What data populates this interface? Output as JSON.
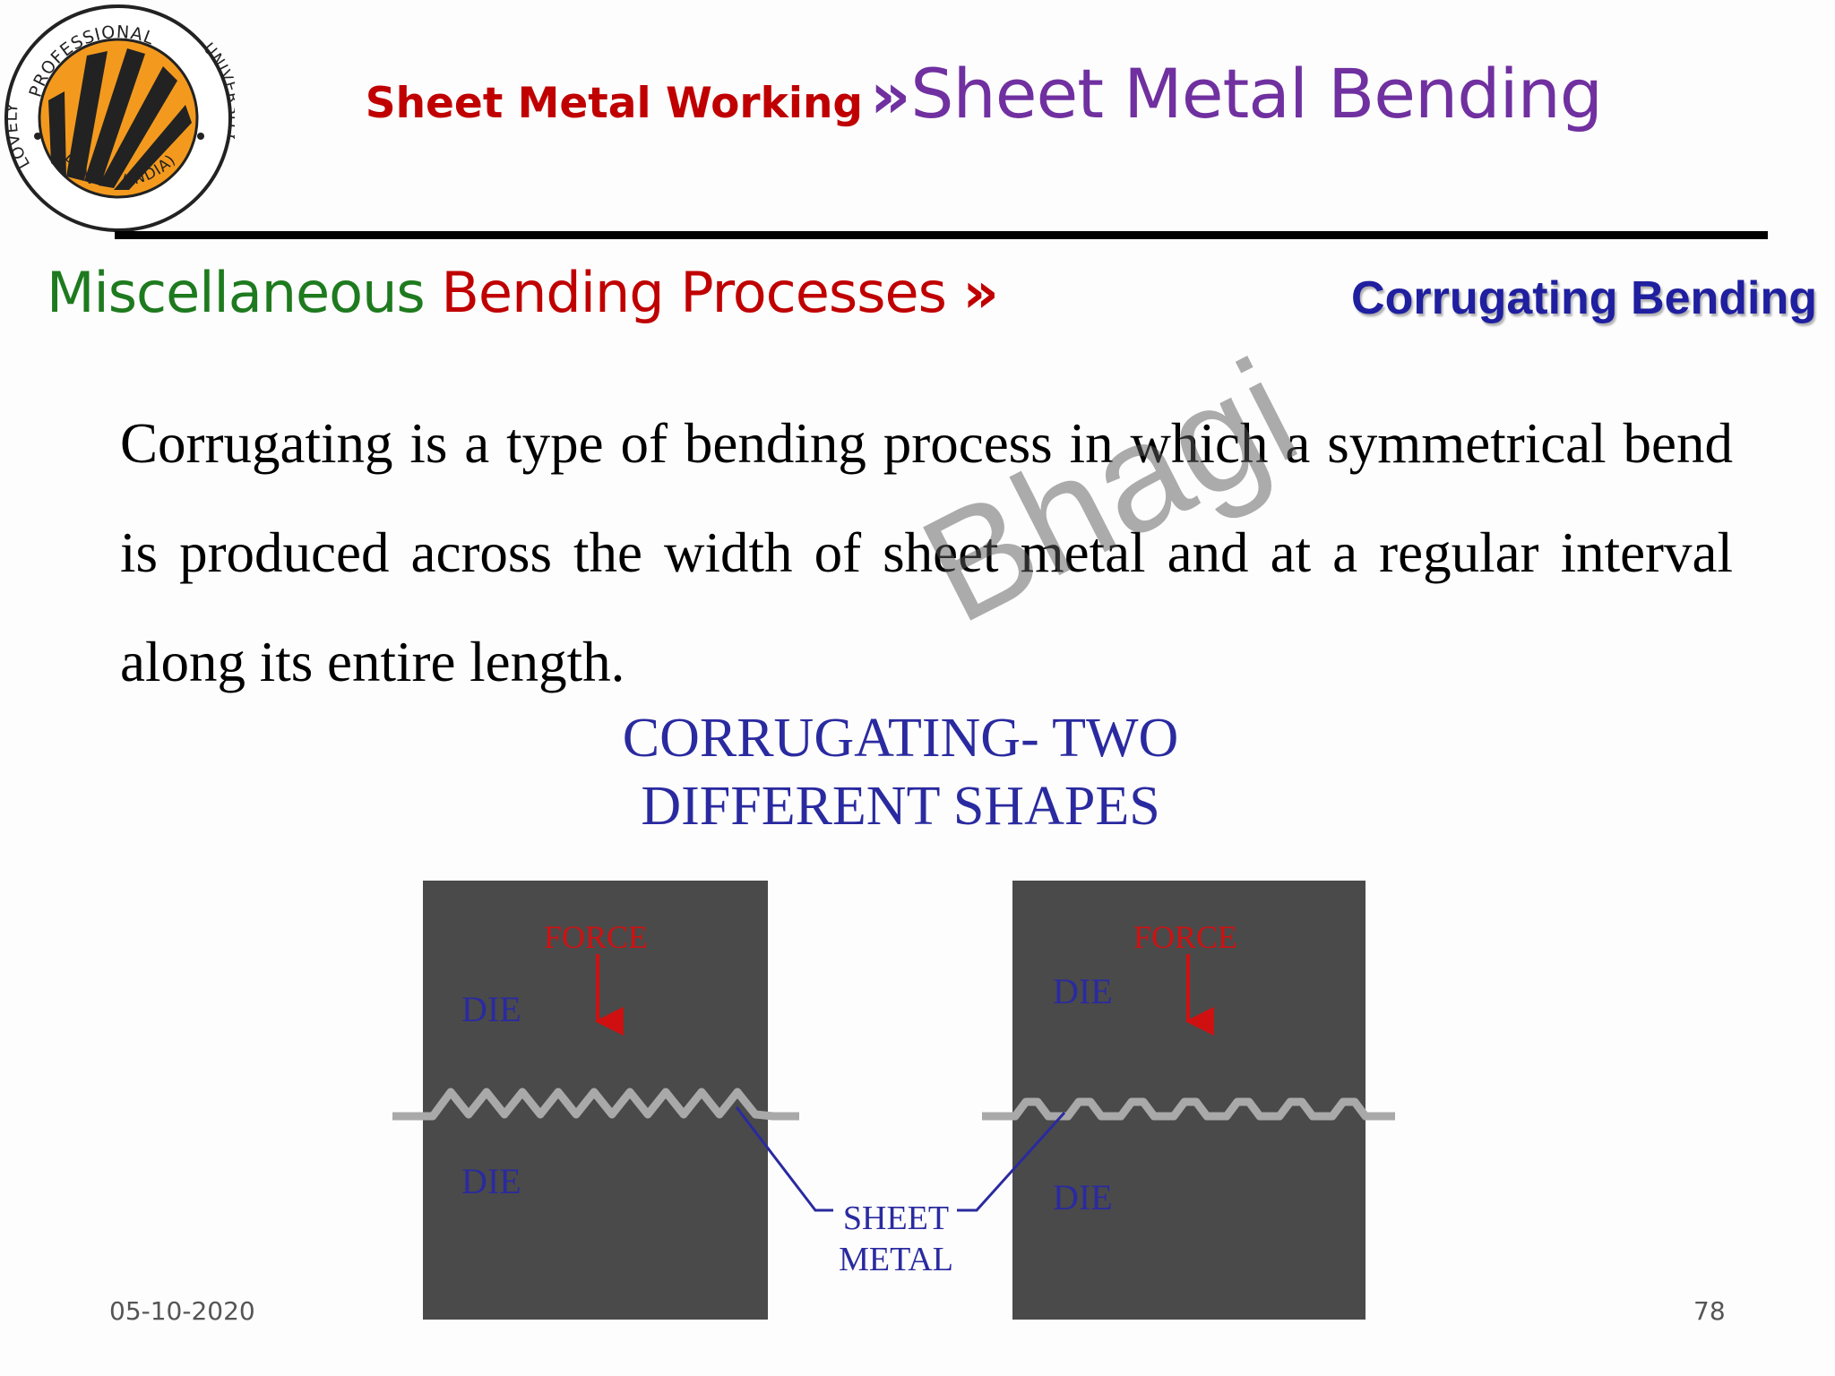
{
  "logo": {
    "top_text": "PROFESSIONAL",
    "left_text": "LOVELY",
    "right_text": "UNIVERSITY",
    "bottom_text": "PUNJAB (INDIA)",
    "colors": {
      "orange": "#f39a1e",
      "dark": "#2a2a2a"
    }
  },
  "header": {
    "parent": "Sheet Metal Working",
    "separator": "»",
    "title": "Sheet Metal Bending"
  },
  "section": {
    "part_a": "Miscellaneous",
    "part_b": "Bending Processes",
    "separator": "»",
    "subtopic": "Corrugating Bending"
  },
  "body": {
    "text": "Corrugating is a type of bending process in which a symmetrical bend is produced across the width of sheet metal and at a regular interval along its entire length."
  },
  "watermark": {
    "text": "Bhagi"
  },
  "figure": {
    "title_line1": "CORRUGATING- TWO",
    "title_line2": "DIFFERENT SHAPES",
    "left_die_top_label": "DIE",
    "left_die_bottom_label": "DIE",
    "left_force_label": "FORCE",
    "right_die_top_label": "DIE",
    "right_die_bottom_label": "DIE",
    "right_force_label": "FORCE",
    "sheet_label_line1": "SHEET",
    "sheet_label_line2": "METAL",
    "colors": {
      "die": "#4a4a4a",
      "sheet": "#a9a9a9",
      "force": "#d01010",
      "label": "#2a2aa0"
    }
  },
  "footer": {
    "date": "05-10-2020",
    "page": "78"
  }
}
